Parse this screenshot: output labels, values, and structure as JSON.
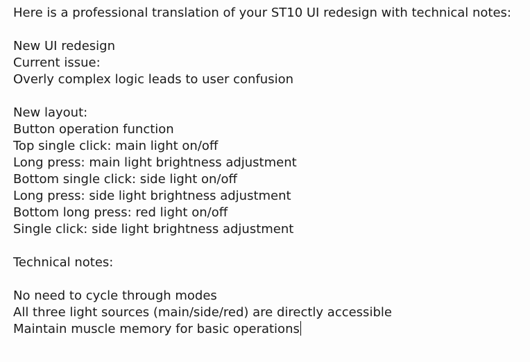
{
  "document": {
    "intro": "Here is a professional translation of your ST10 UI redesign with technical notes:",
    "heading": "New UI redesign",
    "issue_label": "Current issue:",
    "issue_text": "Overly complex logic leads to user confusion",
    "layout_label": "New layout:",
    "layout_lines": [
      "Button operation function",
      "Top single click: main light on/off",
      "Long press: main light brightness adjustment",
      "Bottom single click: side light on/off",
      "Long press: side light brightness adjustment",
      "Bottom long press: red light on/off",
      "Single click: side light brightness adjustment"
    ],
    "notes_label": "Technical notes:",
    "notes_lines": [
      "No need to cycle through modes",
      "All three light sources (main/side/red) are directly accessible",
      "Maintain muscle memory for basic operations"
    ]
  }
}
